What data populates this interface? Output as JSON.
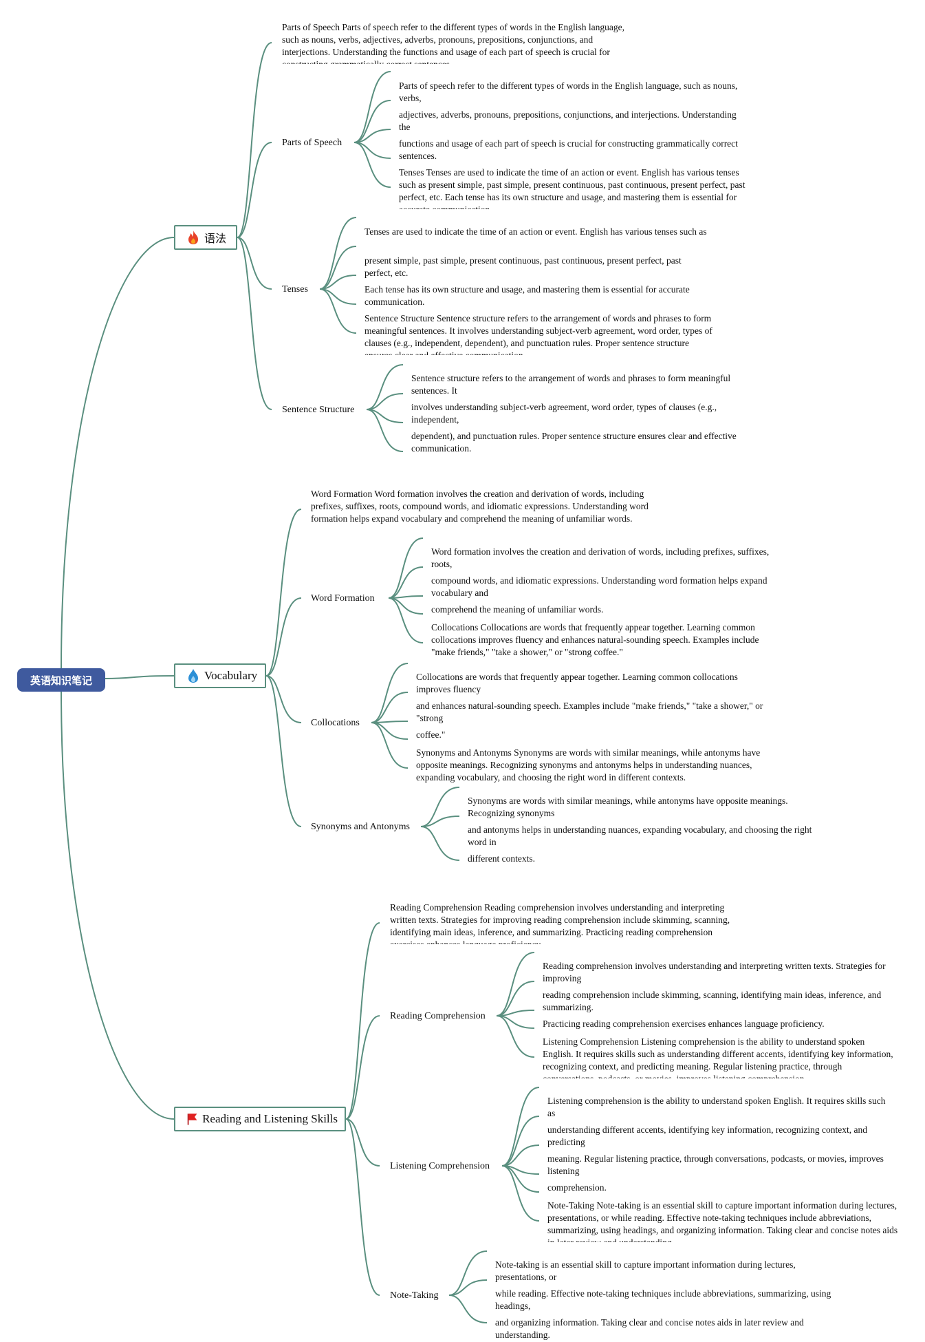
{
  "root": {
    "label": "英语知识笔记",
    "color": "#3f5a9e"
  },
  "accent_color": "#5a8f7f",
  "branches": [
    {
      "label": "语法",
      "icon": "fire-icon",
      "summary": "Parts of Speech Parts of speech refer to the different types of words in the English language, such as nouns, verbs, adjectives, adverbs, pronouns, prepositions, conjunctions, and interjections. Understanding the functions and usage of each part of speech is crucial for constructing grammatically correct sentences.",
      "topics": [
        {
          "label": "Parts of Speech",
          "lines": [
            "Parts of speech refer to the different types of words in the English language, such as nouns, verbs,",
            "adjectives, adverbs, pronouns, prepositions, conjunctions, and interjections. Understanding the",
            "functions and usage of each part of speech is crucial for constructing grammatically correct sentences."
          ],
          "next": "Tenses Tenses are used to indicate the time of an action or event. English has various tenses such as present simple, past simple, present continuous, past continuous, present perfect, past perfect, etc. Each tense has its own structure and usage, and mastering them is essential for accurate communication."
        },
        {
          "label": "Tenses",
          "lines": [
            "Tenses are used to indicate the time of an action or event. English has various tenses such as",
            "present simple, past simple, present continuous, past continuous, present perfect, past perfect, etc.",
            "Each tense has its own structure and usage, and mastering them is essential for accurate communication."
          ],
          "next": "Sentence Structure Sentence structure refers to the arrangement of words and phrases to form meaningful sentences. It involves understanding subject-verb agreement, word order, types of clauses (e.g., independent, dependent), and punctuation rules. Proper sentence structure ensures clear and effective communication."
        },
        {
          "label": "Sentence Structure",
          "lines": [
            "Sentence structure refers to the arrangement of words and phrases to form meaningful sentences. It",
            "involves understanding subject-verb agreement, word order, types of clauses (e.g., independent,",
            "dependent), and punctuation rules. Proper sentence structure ensures clear and effective communication."
          ]
        }
      ]
    },
    {
      "label": "Vocabulary",
      "icon": "water-drop-icon",
      "summary": "Word Formation Word formation involves the creation and derivation of words, including prefixes, suffixes, roots, compound words, and idiomatic expressions. Understanding word formation helps expand vocabulary and comprehend the meaning of unfamiliar words.",
      "topics": [
        {
          "label": "Word Formation",
          "lines": [
            "Word formation involves the creation and derivation of words, including prefixes, suffixes, roots,",
            "compound words, and idiomatic expressions. Understanding word formation helps expand vocabulary and",
            "comprehend the meaning of unfamiliar words."
          ],
          "next": "Collocations Collocations are words that frequently appear together. Learning common collocations improves fluency and enhances natural-sounding speech. Examples include \"make friends,\" \"take a shower,\" or \"strong coffee.\""
        },
        {
          "label": "Collocations",
          "lines": [
            "Collocations are words that frequently appear together. Learning common collocations improves fluency",
            "and enhances natural-sounding speech. Examples include \"make friends,\" \"take a shower,\" or \"strong",
            "coffee.\""
          ],
          "next": "Synonyms and Antonyms Synonyms are words with similar meanings, while antonyms have opposite meanings. Recognizing synonyms and antonyms helps in understanding nuances, expanding vocabulary, and choosing the right word in different contexts."
        },
        {
          "label": "Synonyms and Antonyms",
          "lines": [
            "Synonyms are words with similar meanings, while antonyms have opposite meanings. Recognizing synonyms",
            "and antonyms helps in understanding nuances, expanding vocabulary, and choosing the right word in",
            "different contexts."
          ]
        }
      ]
    },
    {
      "label": "Reading and Listening Skills",
      "icon": "red-flag-icon",
      "summary": "Reading Comprehension Reading comprehension involves understanding and interpreting written texts. Strategies for improving reading comprehension include skimming, scanning, identifying main ideas, inference, and summarizing. Practicing reading comprehension exercises enhances language proficiency.",
      "topics": [
        {
          "label": "Reading Comprehension",
          "lines": [
            "Reading comprehension involves understanding and interpreting written texts. Strategies for improving",
            "reading comprehension include skimming, scanning, identifying main ideas, inference, and summarizing.",
            "Practicing reading comprehension exercises enhances language proficiency."
          ],
          "next": "Listening Comprehension Listening comprehension is the ability to understand spoken English. It requires skills such as understanding different accents, identifying key information, recognizing context, and predicting meaning. Regular listening practice, through conversations, podcasts, or movies, improves listening comprehension."
        },
        {
          "label": "Listening Comprehension",
          "lines": [
            "Listening comprehension is the ability to understand spoken English. It requires skills such as",
            "understanding different accents, identifying key information, recognizing context, and predicting",
            "meaning. Regular listening practice, through conversations, podcasts, or movies, improves listening",
            "comprehension."
          ],
          "next": "Note-Taking Note-taking is an essential skill to capture important information during lectures, presentations, or while reading. Effective note-taking techniques include abbreviations, summarizing, using headings, and organizing information. Taking clear and concise notes aids in later review and understanding."
        },
        {
          "label": "Note-Taking",
          "lines": [
            "Note-taking is an essential skill to capture important information during lectures, presentations, or",
            "while reading. Effective note-taking techniques include abbreviations, summarizing, using headings,",
            "and organizing information. Taking clear and concise notes aids in later review and understanding."
          ]
        }
      ]
    }
  ]
}
